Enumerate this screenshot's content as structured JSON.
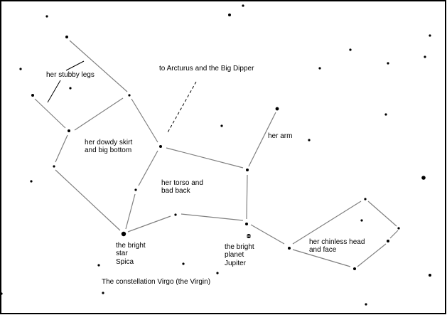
{
  "title": "The constellation Virgo (the Virgin)",
  "labels": {
    "legs": "her stubby legs",
    "arcturus": "to Arcturus and the Big Dipper",
    "skirt": [
      "her dowdy skirt",
      "and big bottom"
    ],
    "arm": "her arm",
    "torso": [
      "her torso and",
      "bad back"
    ],
    "spica": [
      "the bright",
      "star",
      "Spica"
    ],
    "jupiter": [
      "the bright",
      "planet",
      "Jupiter"
    ],
    "head": [
      "her chinless head",
      "and face"
    ]
  },
  "colors": {
    "lines": "#808080",
    "stars": "#000000",
    "border": "#000000"
  }
}
